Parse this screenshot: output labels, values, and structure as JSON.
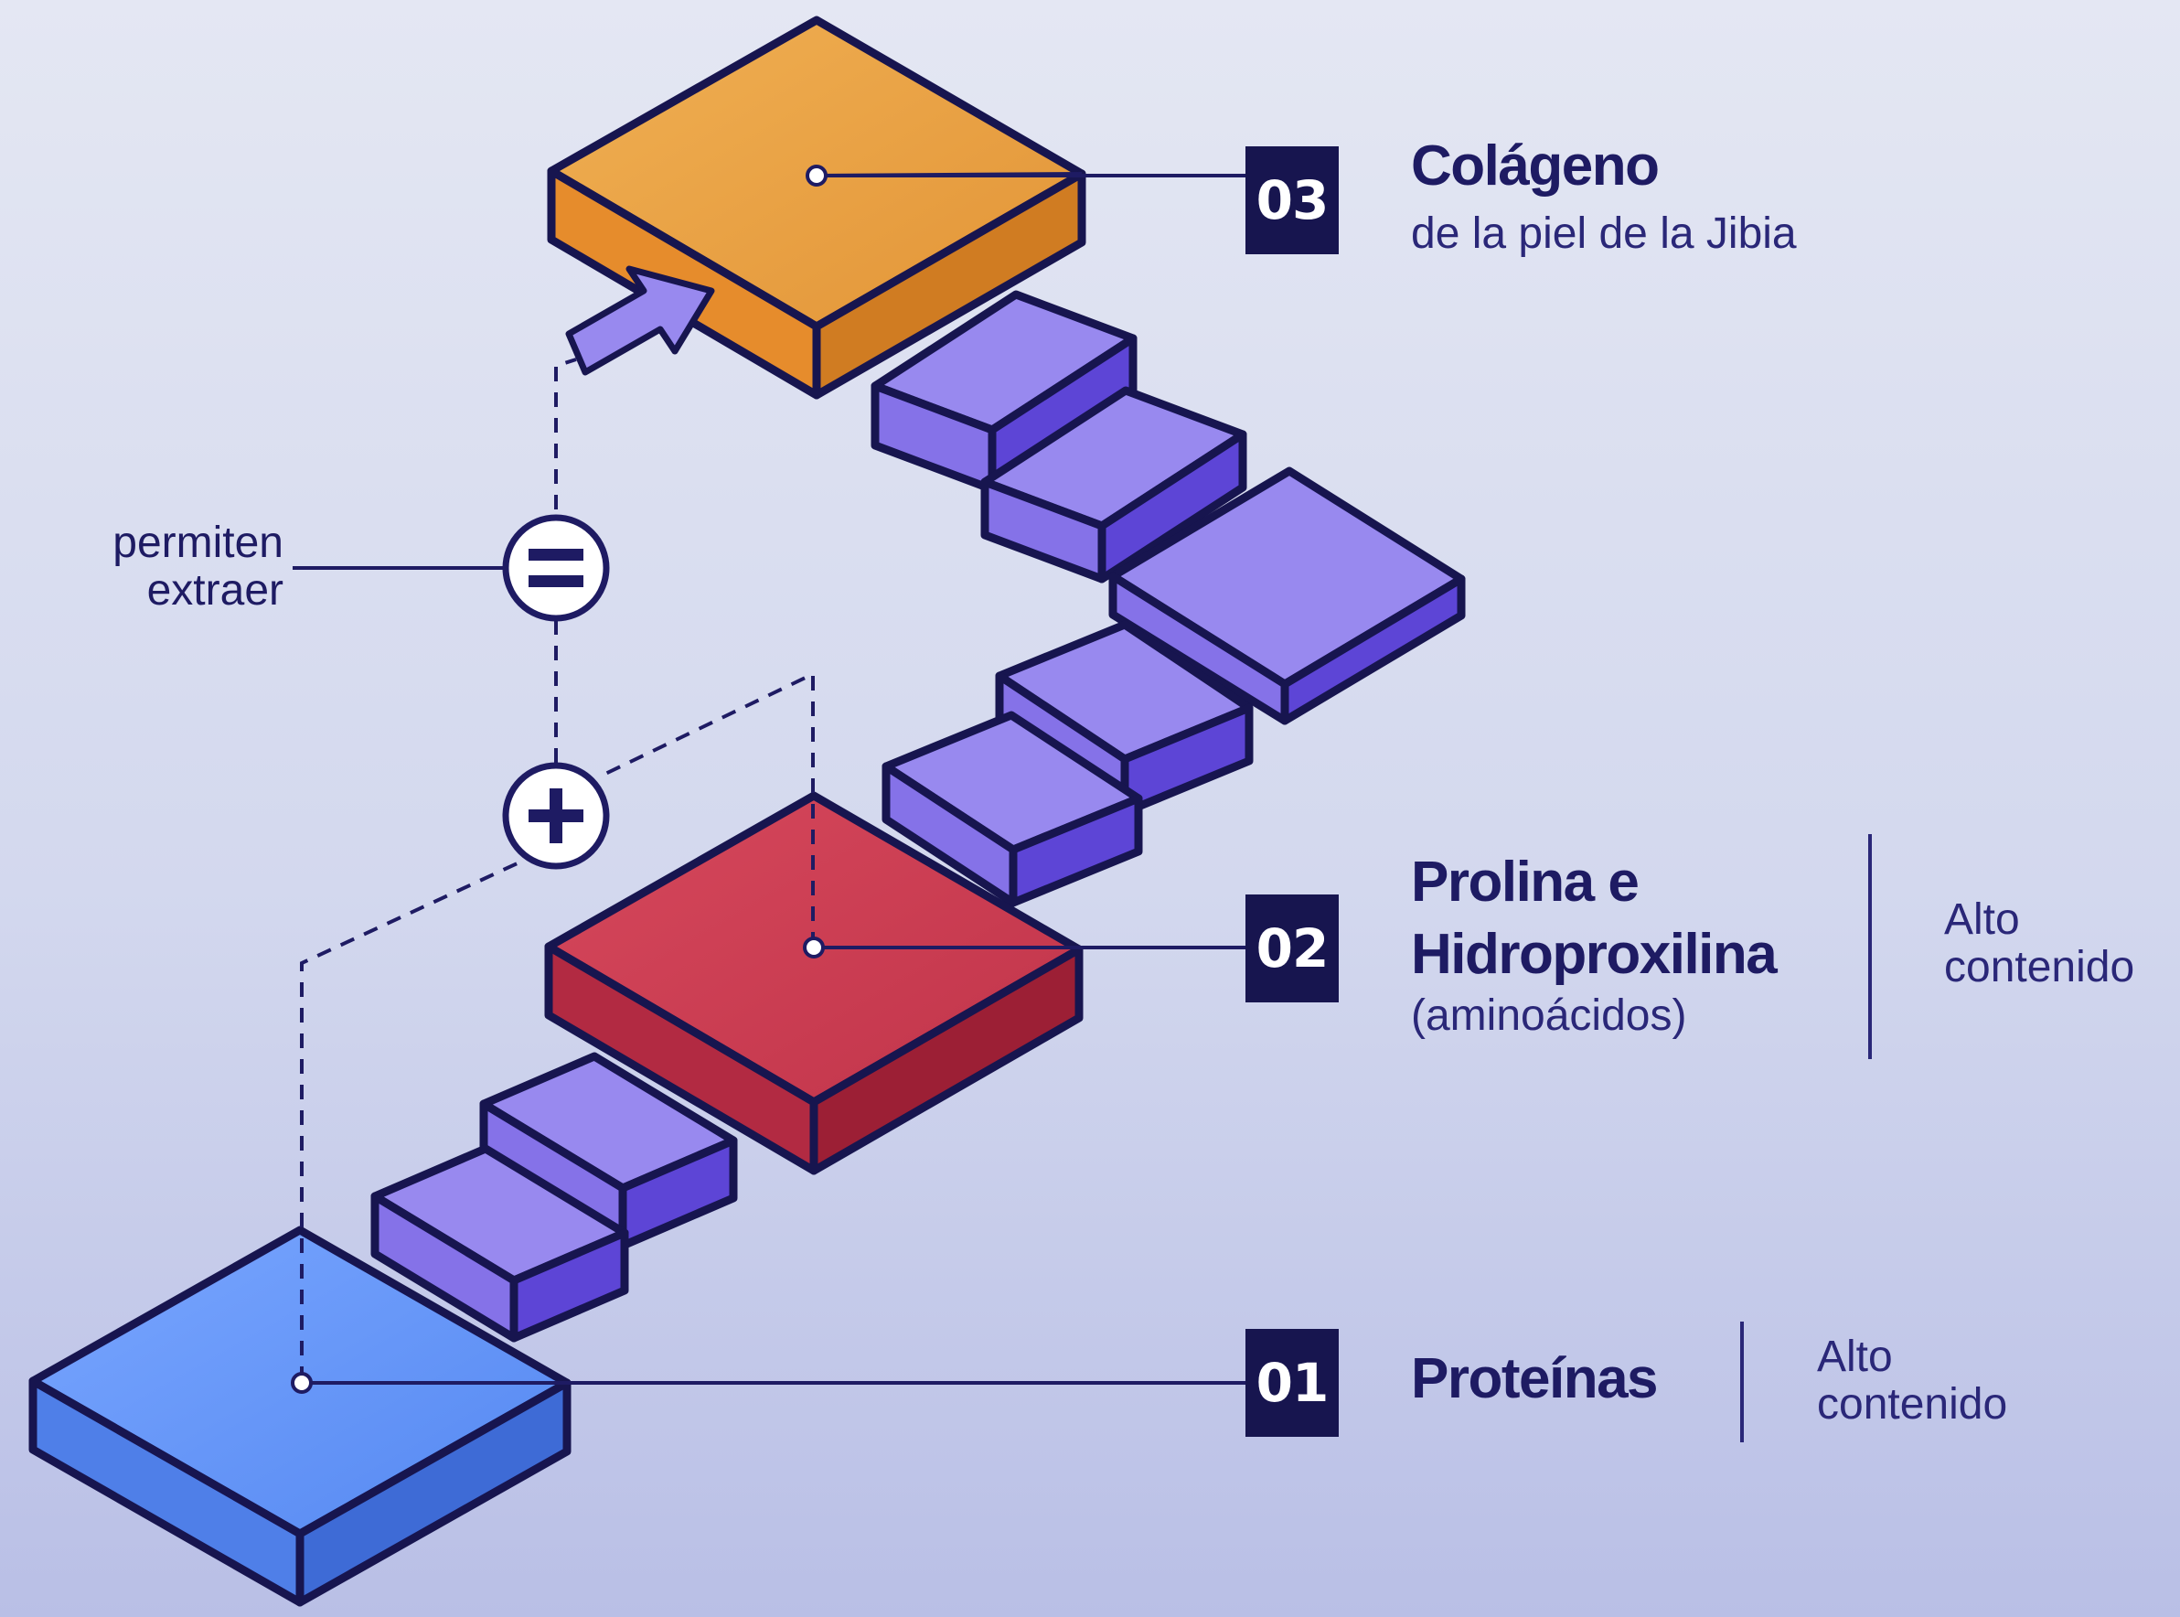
{
  "steps": [
    {
      "number": "01",
      "title": "Proteínas",
      "subtitle": "",
      "note": "Alto contenido",
      "color": "#5a8cf5"
    },
    {
      "number": "02",
      "title": "Prolina e Hidroproxilina",
      "subtitle": "(aminoácidos)",
      "note": "Alto contenido",
      "color": "#c43a50"
    },
    {
      "number": "03",
      "title": "Colágeno",
      "subtitle": "de la piel de la Jibia",
      "note": "",
      "color": "#e59a3c"
    }
  ],
  "connectors": {
    "plus_icon": "plus-icon",
    "equals_icon": "equals-icon",
    "arrow_icon": "arrow-icon"
  },
  "left_label": "permiten extraer",
  "colors": {
    "ink": "#1e1b63",
    "outline": "#17154f",
    "purple_block": "#7d6ae6",
    "background": "#d8dcef"
  }
}
